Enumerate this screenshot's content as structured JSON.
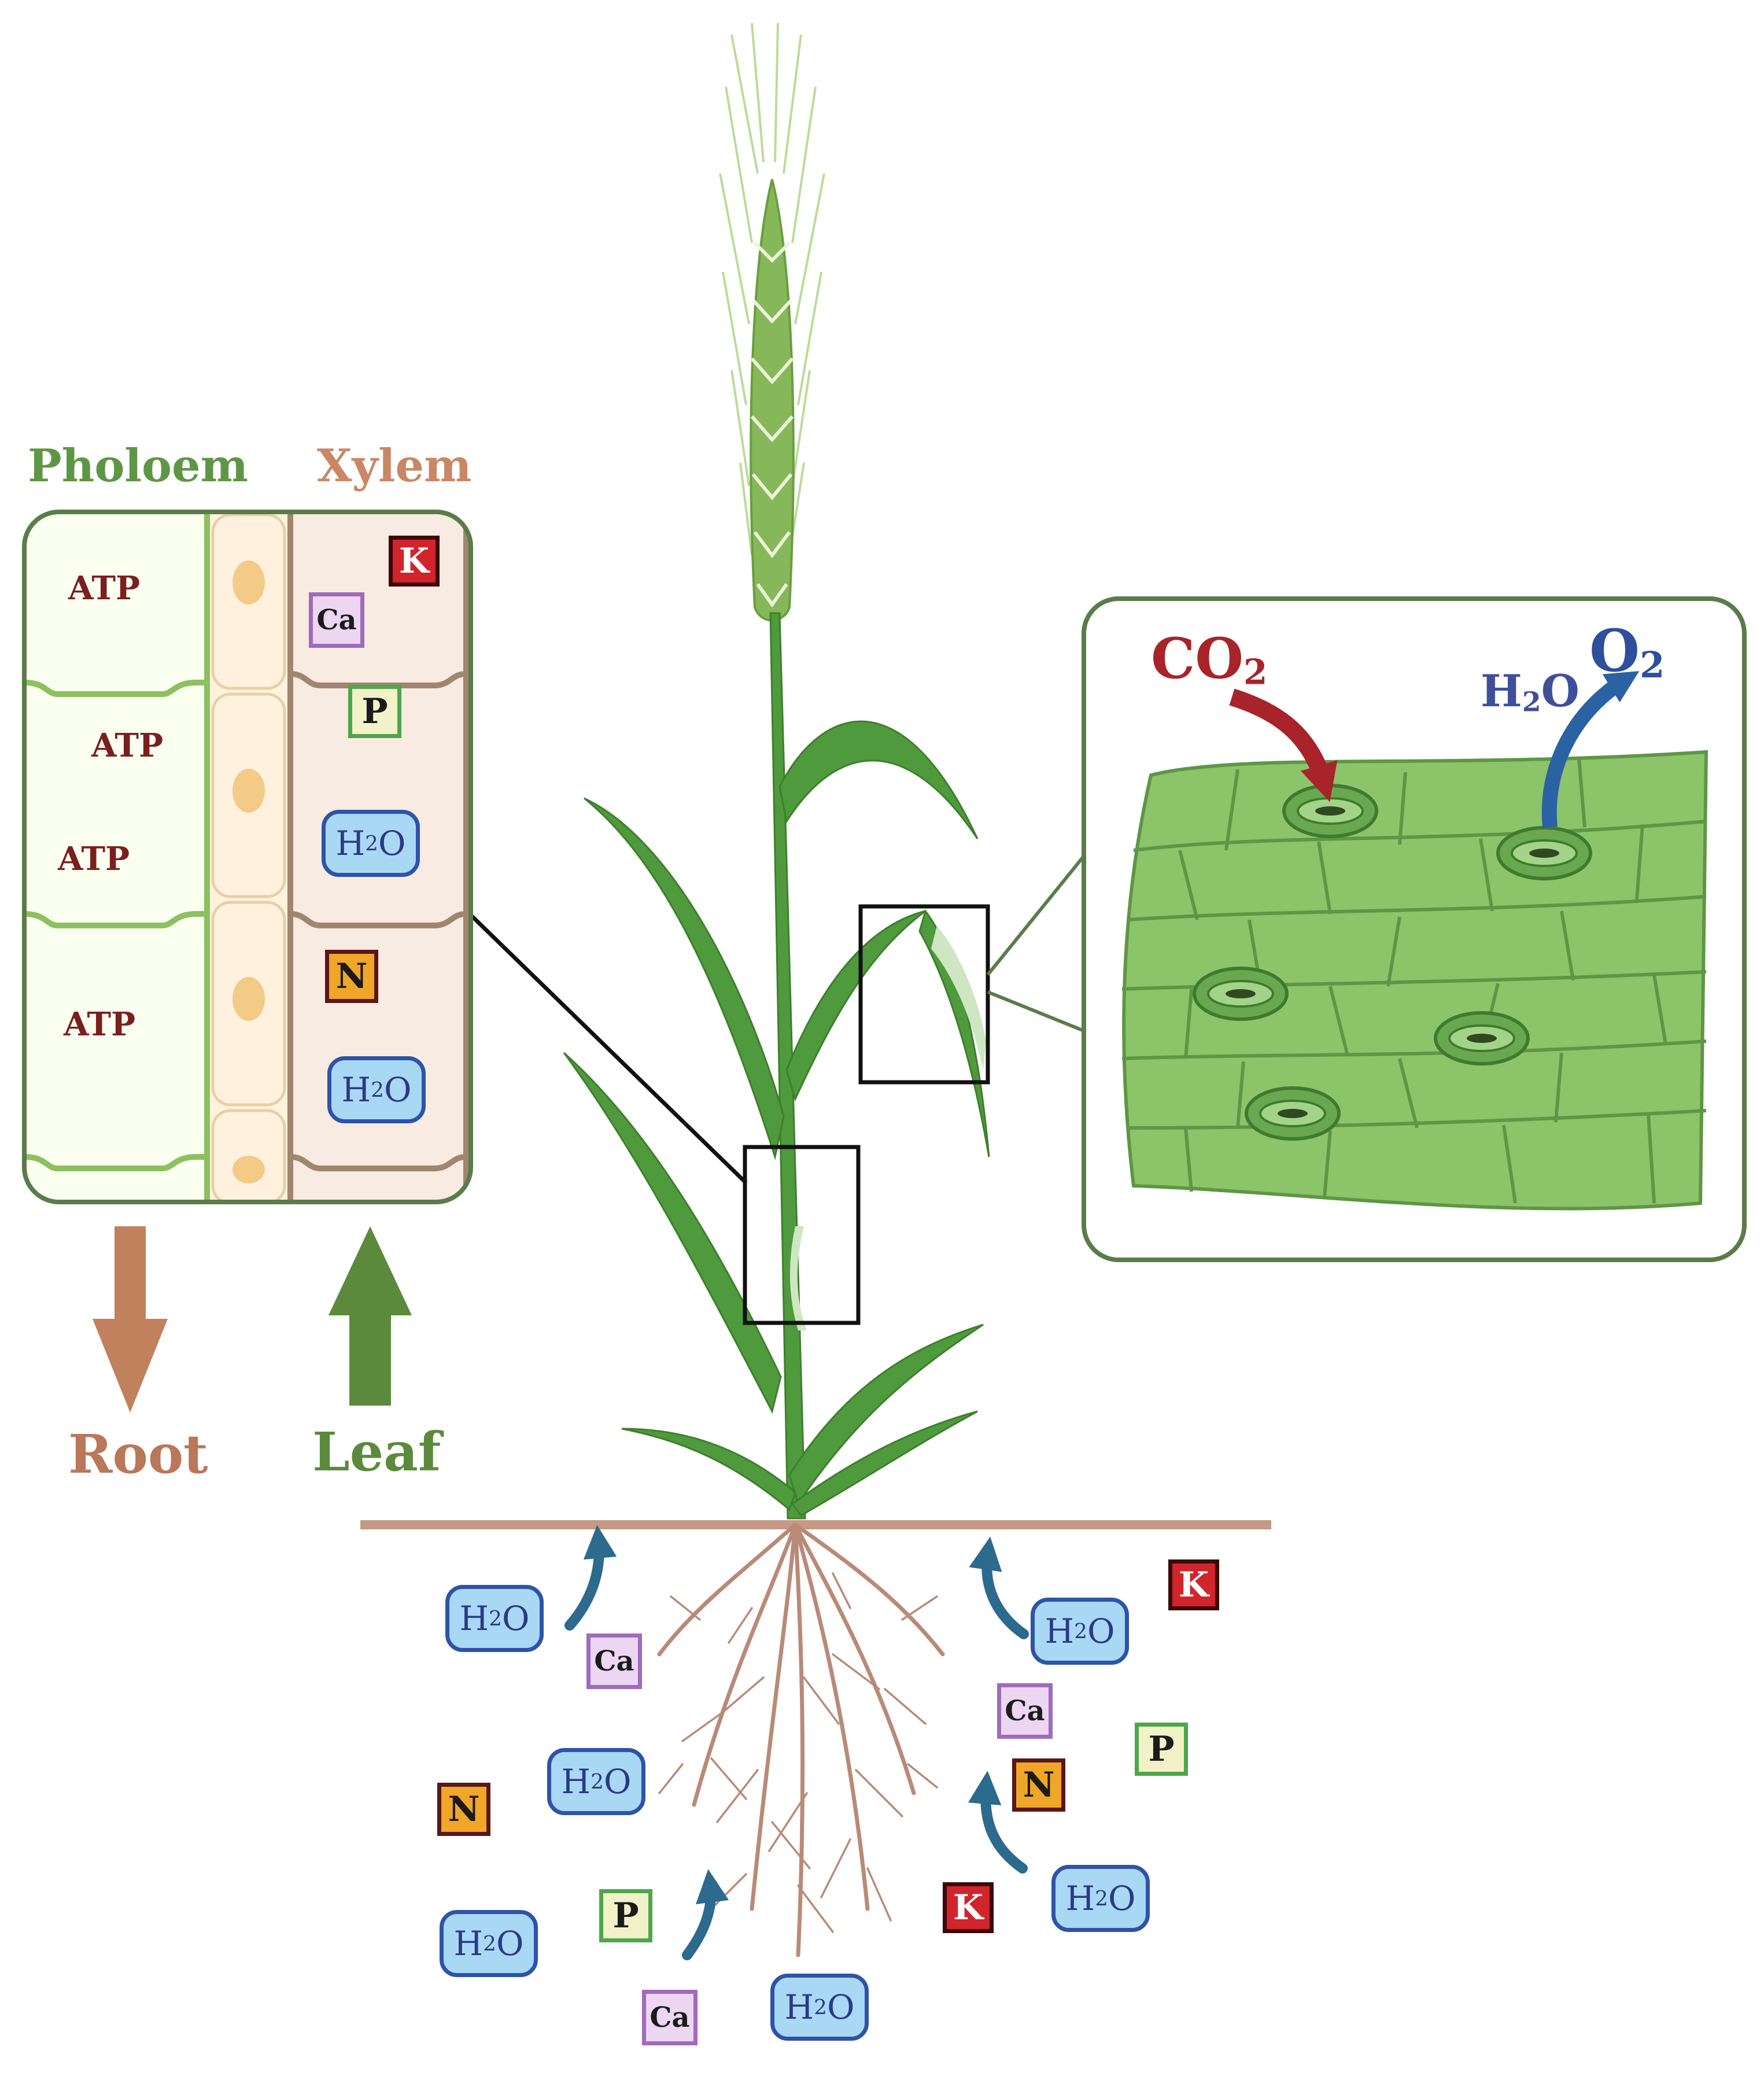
{
  "labels": {
    "phloem": "Pholoem",
    "xylem": "Xylem",
    "atp": "ATP",
    "root": "Root",
    "leaf": "Leaf",
    "co2_main": "CO",
    "co2_sub": "2",
    "o2_main": "O",
    "o2_sub": "2",
    "h2o_h": "H",
    "h2o_sub": "2",
    "h2o_o": "O"
  },
  "chips": {
    "k": "K",
    "ca": "Ca",
    "p": "P",
    "n": "N"
  },
  "colors": {
    "phloem_green": "#5f9646",
    "xylem_brown": "#c98766",
    "atp_red": "#7a1f1f",
    "leaf_cell_green": "#8cc46a",
    "stem_green": "#4f9a3c",
    "soil_line": "#c49a86",
    "root_brown": "#b98a78",
    "co2_red": "#a8232a",
    "o2_blue": "#2f4e9c",
    "water_chip_fill": "#a9d8f4",
    "water_chip_border": "#2e53a8"
  }
}
